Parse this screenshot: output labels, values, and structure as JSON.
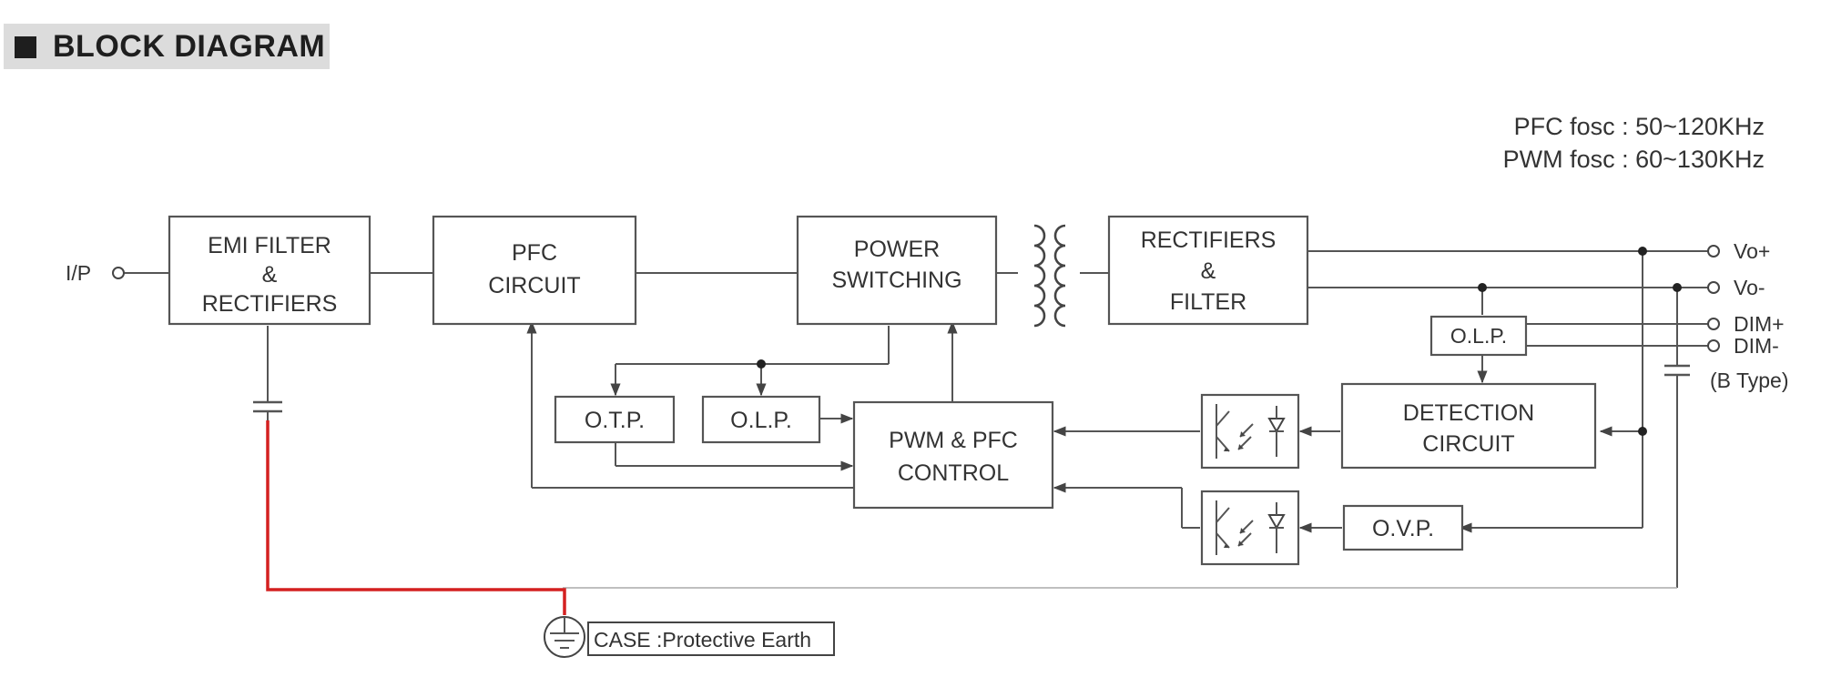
{
  "header": {
    "title": "BLOCK DIAGRAM"
  },
  "specs": {
    "pfc": "PFC fosc : 50~120KHz",
    "pwm": "PWM fosc : 60~130KHz"
  },
  "blocks": {
    "emi": [
      "EMI FILTER",
      "&",
      "RECTIFIERS"
    ],
    "pfc": [
      "PFC",
      "CIRCUIT"
    ],
    "power": [
      "POWER",
      "SWITCHING"
    ],
    "rect": [
      "RECTIFIERS",
      "&",
      "FILTER"
    ],
    "otp": "O.T.P.",
    "olp_left": "O.L.P.",
    "olp_right": "O.L.P.",
    "pwm": [
      "PWM & PFC",
      "CONTROL"
    ],
    "detection": [
      "DETECTION",
      "CIRCUIT"
    ],
    "ovp": "O.V.P."
  },
  "terminals": {
    "input": "I/P",
    "vo_plus": "Vo+",
    "vo_minus": "Vo-",
    "dim_plus": "DIM+",
    "dim_minus": "DIM-",
    "b_type": "(B Type)"
  },
  "earth": {
    "label": "CASE :Protective Earth",
    "line_color": "#d42020"
  }
}
